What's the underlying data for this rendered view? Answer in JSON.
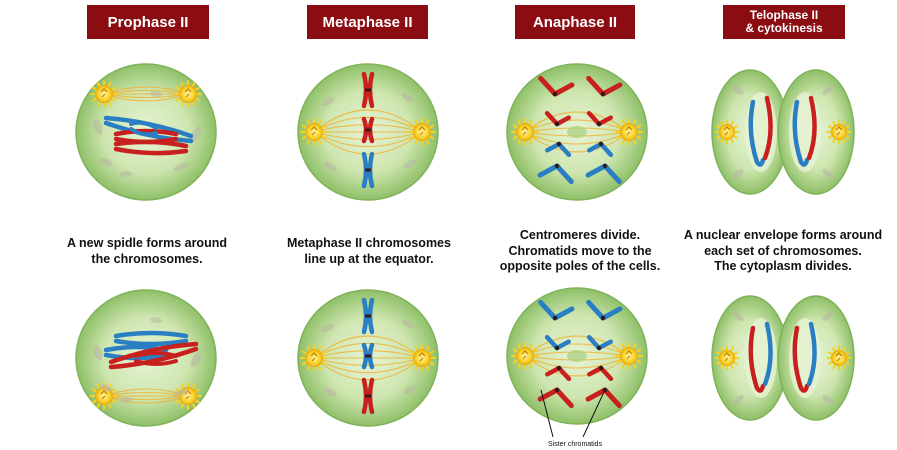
{
  "phases": [
    {
      "title": "Prophase II",
      "description": [
        "A new spidle forms around",
        "the chromosomes."
      ]
    },
    {
      "title": "Metaphase II",
      "description": [
        "Metaphase II  chromosomes",
        "line up at the equator."
      ]
    },
    {
      "title": "Anaphase II",
      "description": [
        "Centromeres divide.",
        "Chromatids move to the",
        "opposite poles of the cells."
      ]
    },
    {
      "title_lines": [
        "Telophase II",
        "& cytokinesis"
      ],
      "description": [
        "A nuclear envelope forms around",
        "each set of chromosomes.",
        "The cytoplasm divides."
      ]
    }
  ],
  "annotation": "Sister chromatids",
  "colors": {
    "header_bg": "#8b0d12",
    "cell_outer": "#8fc068",
    "cell_inner": "#d9ecc1",
    "chromosome_red": "#c8201e",
    "chromosome_blue": "#2a7fc4",
    "centrosome": "#f6d11f",
    "spindle": "#f0b233"
  }
}
